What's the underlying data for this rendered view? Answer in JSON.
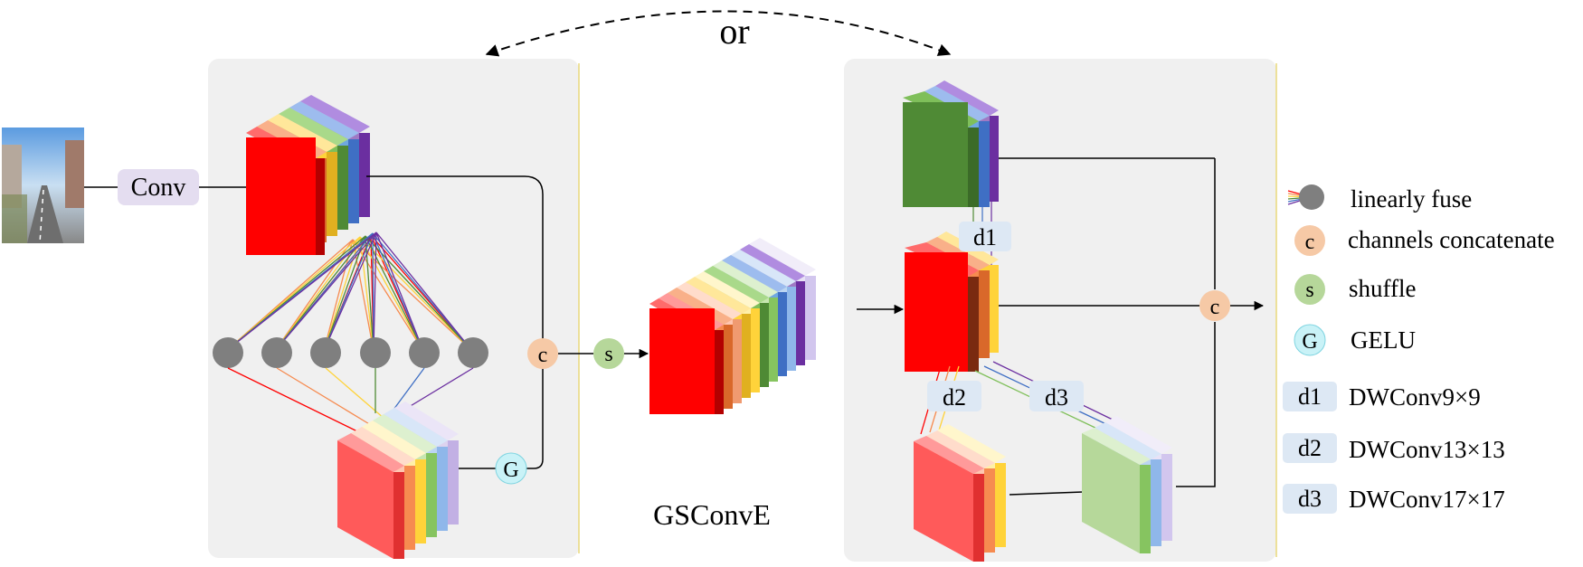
{
  "top_connector": {
    "label": "or"
  },
  "left_panel": {
    "conv_label": "Conv",
    "gelu_symbol": "G",
    "concat_symbol": "c"
  },
  "middle": {
    "shuffle_symbol": "s",
    "caption": "GSConvE"
  },
  "right_panel": {
    "d1_label": "d1",
    "d2_label": "d2",
    "d3_label": "d3",
    "concat_symbol": "c"
  },
  "legend": {
    "items": [
      {
        "symbol": "",
        "text": "linearly fuse"
      },
      {
        "symbol": "c",
        "text": "channels concatenate"
      },
      {
        "symbol": "s",
        "text": "shuffle"
      },
      {
        "symbol": "G",
        "text": "GELU"
      },
      {
        "symbol": "d1",
        "text": "DWConv9×9"
      },
      {
        "symbol": "d2",
        "text": "DWConv13×13"
      },
      {
        "symbol": "d3",
        "text": "DWConv17×17"
      }
    ]
  },
  "colors": {
    "panel_bg": "#f0f0f0",
    "panel_edge": "#e8d87a",
    "red": "#ff0000",
    "orange": "#f68b50",
    "yellow": "#ffd33a",
    "green": "#4f8a35",
    "blue": "#3f6fc4",
    "purple": "#6b2fa0",
    "node_gray": "#7f7f7f",
    "concat_fill": "#f6c9a6",
    "shuffle_fill": "#b6d79a",
    "gelu_fill": "#c9f2f7",
    "box_fill": "#dde8f4",
    "conv_fill": "#e4ddf0"
  }
}
